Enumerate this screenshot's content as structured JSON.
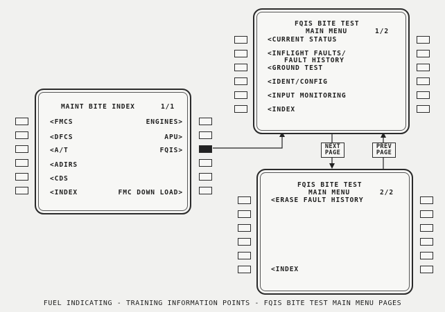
{
  "maint_index": {
    "title": "MAINT BITE INDEX",
    "page": "1/1",
    "left": [
      "<FMCS",
      "<DFCS",
      "<A/T",
      "<ADIRS",
      "<CDS",
      "<INDEX"
    ],
    "right": [
      "ENGINES>",
      "APU>",
      "FQIS>",
      "",
      "",
      "FMC DOWN LOAD>"
    ]
  },
  "fqis_page1": {
    "title1": "FQIS BITE TEST",
    "title2": "MAIN MENU",
    "page": "1/2",
    "items": [
      "<CURRENT STATUS",
      "<INFLIGHT FAULTS/",
      "FAULT HISTORY",
      "<GROUND TEST",
      "<IDENT/CONFIG",
      "<INPUT MONITORING",
      "<INDEX"
    ]
  },
  "fqis_page2": {
    "title1": "FQIS BITE TEST",
    "title2": "MAIN MENU",
    "page": "2/2",
    "items": [
      "<ERASE FAULT HISTORY",
      "<INDEX"
    ]
  },
  "next_page_label": [
    "NEXT",
    "PAGE"
  ],
  "prev_page_label": [
    "PREV",
    "PAGE"
  ],
  "caption": "FUEL INDICATING - TRAINING INFORMATION POINTS - FQIS BITE TEST MAIN MENU PAGES"
}
